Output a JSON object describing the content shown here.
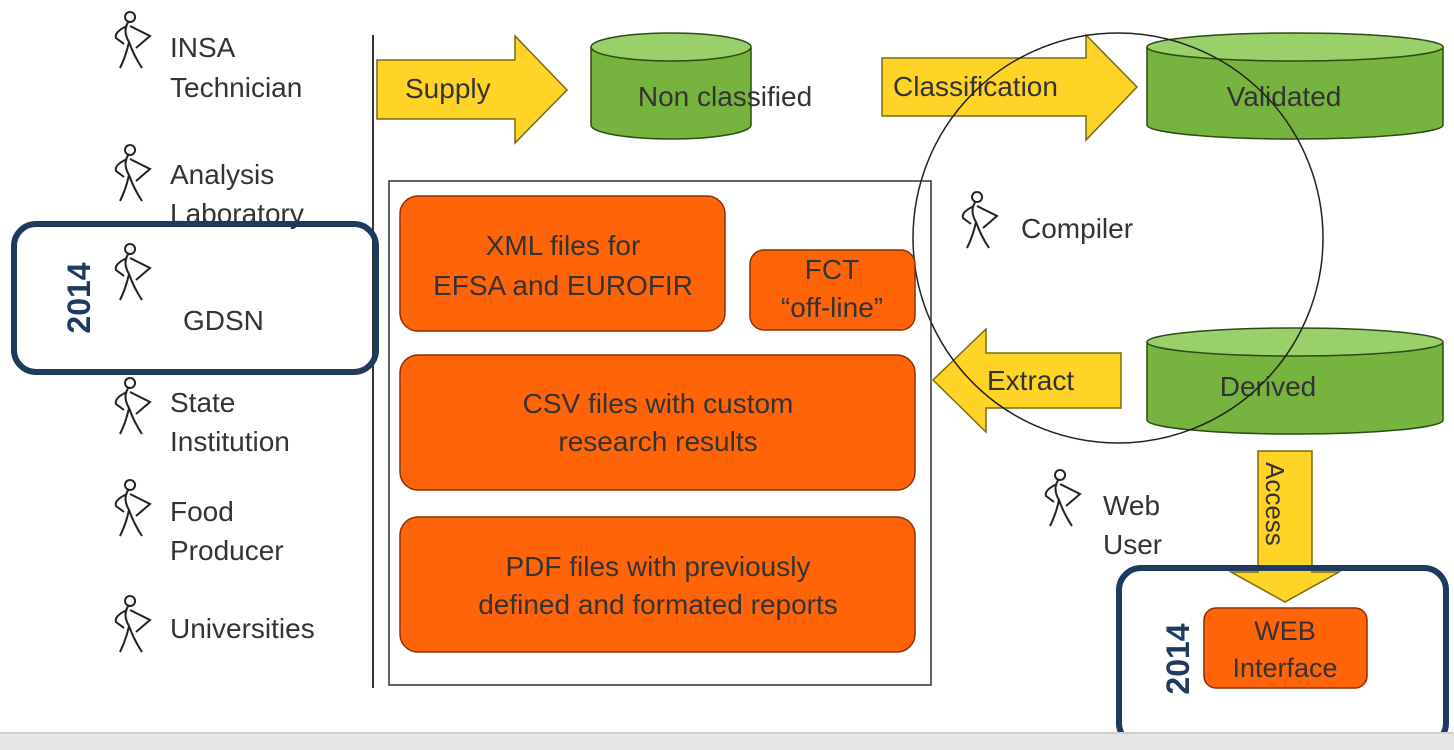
{
  "actors": {
    "insa": {
      "line1": "INSA",
      "line2": "Technician"
    },
    "analysis": {
      "line1": "Analysis",
      "line2": "Laboratory"
    },
    "gdsn": {
      "line1": "GDSN"
    },
    "state": {
      "line1": "State",
      "line2": "Institution"
    },
    "food": {
      "line1": "Food",
      "line2": "Producer"
    },
    "universities": {
      "line1": "Universities"
    },
    "compiler": {
      "line1": "Compiler"
    },
    "web_user": {
      "line1": "Web",
      "line2": "User"
    }
  },
  "arrows": {
    "supply": "Supply",
    "classification": "Classification",
    "extract": "Extract",
    "access": "Access"
  },
  "databases": {
    "non_classified": "Non classified",
    "validated": "Validated",
    "derived": "Derived"
  },
  "outputs": {
    "xml": {
      "line1": "XML files for",
      "line2": "EFSA and EUROFIR"
    },
    "fct": {
      "line1": "FCT",
      "line2": "“off-line”"
    },
    "csv": {
      "line1": "CSV files with custom",
      "line2": "research results"
    },
    "pdf": {
      "line1": "PDF files with previously",
      "line2": "defined and formated reports"
    },
    "web": {
      "line1": "WEB",
      "line2": "Interface"
    }
  },
  "highlights": {
    "left_year": "2014",
    "right_year": "2014"
  },
  "colors": {
    "arrow_fill": "#ffd426",
    "cylinder_fill": "#77b43f",
    "output_fill": "#ff6508",
    "highlight_stroke": "#1f3a5f"
  }
}
